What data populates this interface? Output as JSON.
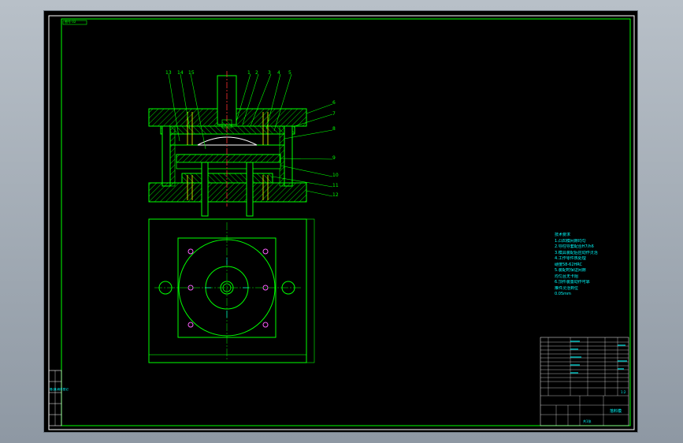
{
  "part_labels": [
    "1",
    "2",
    "3",
    "4",
    "5",
    "6",
    "7",
    "8",
    "9",
    "10",
    "11",
    "12",
    "13",
    "14",
    "15"
  ],
  "corner_tag": "图号 02",
  "notes": {
    "title": "技术要求",
    "lines": [
      "1.凸凹模间隙均匀",
      "2.导柱导套配合H7/h6",
      "3.模具装配后应动作灵活",
      "4.工作零件热处理",
      "硬度58-62HRC",
      "5.装配时保证间隙",
      "均匀且无卡阻",
      "6.顶件装置动作可靠",
      "推件灵活到位",
      "0.05mm"
    ]
  },
  "title_block": {
    "drawing_name": "落料模",
    "scale": "1:2",
    "sheet": "共1张"
  },
  "left_stamp": "借(通)用件登记"
}
